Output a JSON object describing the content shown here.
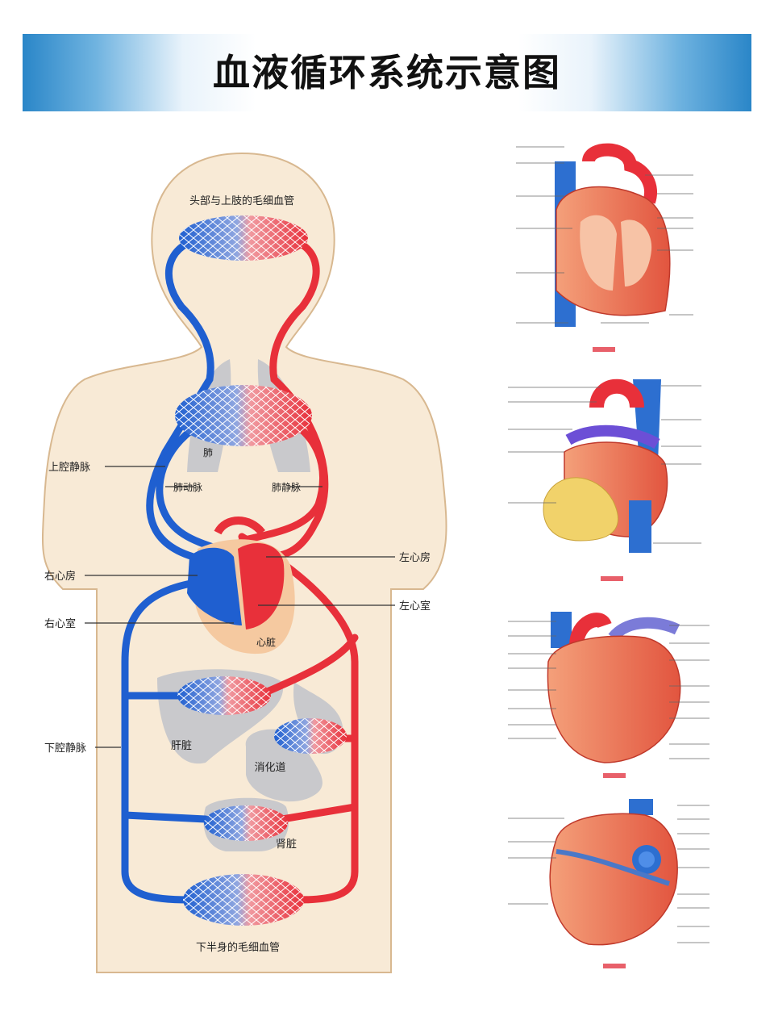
{
  "header": {
    "title": "血液循环系统示意图"
  },
  "labels": {
    "head_capillaries": "头部与上肢的毛细血管",
    "superior_vena_cava": "上腔静脉",
    "lung": "肺",
    "pulmonary_artery": "肺动脉",
    "pulmonary_vein": "肺静脉",
    "right_atrium": "右心房",
    "right_ventricle": "右心室",
    "left_atrium": "左心房",
    "left_ventricle": "左心室",
    "heart": "心脏",
    "inferior_vena_cava": "下腔静脉",
    "liver": "肝脏",
    "digestive": "消化道",
    "kidney": "肾脏",
    "lower_capillaries": "下半身的毛细血管"
  },
  "colors": {
    "artery": "#e8303a",
    "vein": "#1f5fd0",
    "body": "#f8ead6",
    "outline": "#d8b890",
    "organ": "#c9c9cc",
    "heart_bg": "#f5c9a0"
  }
}
